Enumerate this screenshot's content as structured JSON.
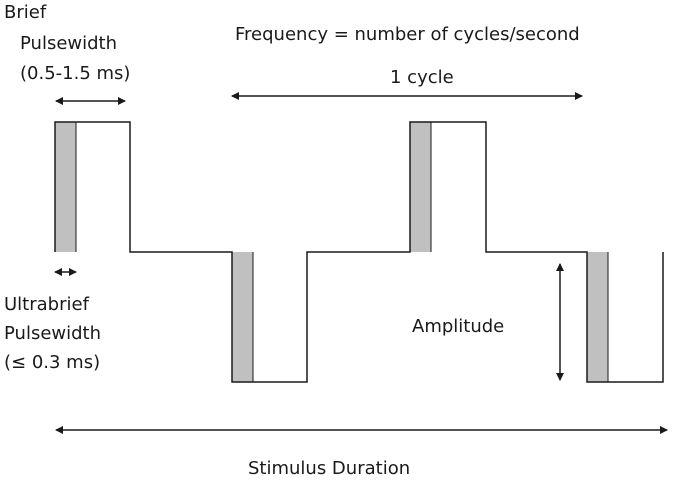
{
  "labels": {
    "brief_line1": "Brief",
    "brief_line2": "Pulsewidth",
    "brief_line3": "(0.5-1.5 ms)",
    "frequency": "Frequency = number of cycles/second",
    "cycle": "1 cycle",
    "ultrabrief_line1": "Ultrabrief",
    "ultrabrief_line2": "Pulsewidth",
    "ultrabrief_line3": "(≤ 0.3 ms)",
    "amplitude": "Amplitude",
    "duration": "Stimulus Duration"
  },
  "colors": {
    "line": "#1a1a1a",
    "pulse_fill": "#c0c0c0"
  }
}
